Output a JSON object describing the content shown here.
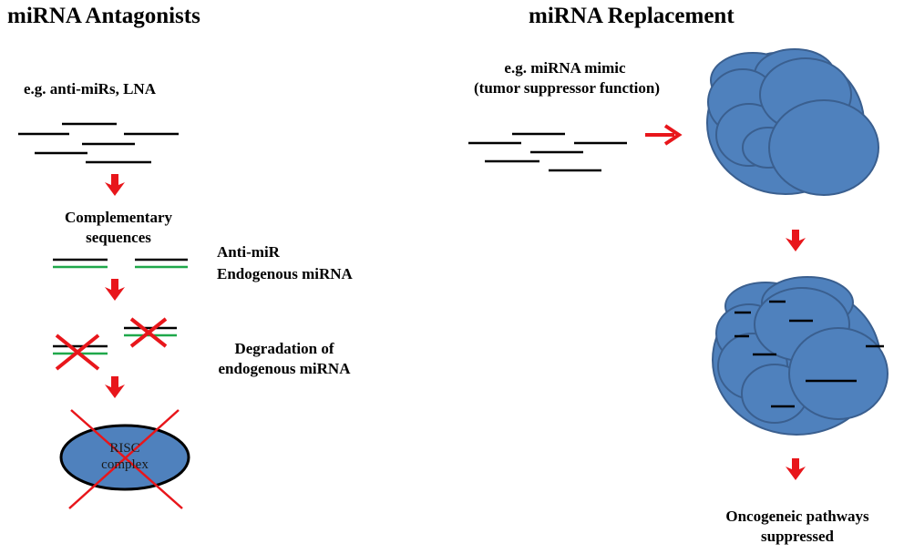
{
  "left": {
    "heading": "miRNA Antagonists",
    "example_label": "e.g. anti-miRs, LNA",
    "complementary_line1": "Complementary",
    "complementary_line2": "sequences",
    "legend_antimir": "Anti-miR",
    "legend_endogenous": "Endogenous miRNA",
    "degradation_line1": "Degradation of",
    "degradation_line2": "endogenous miRNA",
    "risc_line1": "RISC",
    "risc_line2": "complex"
  },
  "right": {
    "heading": "miRNA Replacement",
    "example_line1": "e.g. miRNA mimic",
    "example_line2": "(tumor suppressor function)",
    "outcome_line1": "Oncogeneic pathways",
    "outcome_line2": "suppressed"
  },
  "colors": {
    "arrow": "#e8161b",
    "cell_fill": "#4f81bd",
    "cell_stroke": "#3a5f8f",
    "strand_black": "#000000",
    "strand_green": "#1fa84a",
    "cross": "#e8161b"
  }
}
